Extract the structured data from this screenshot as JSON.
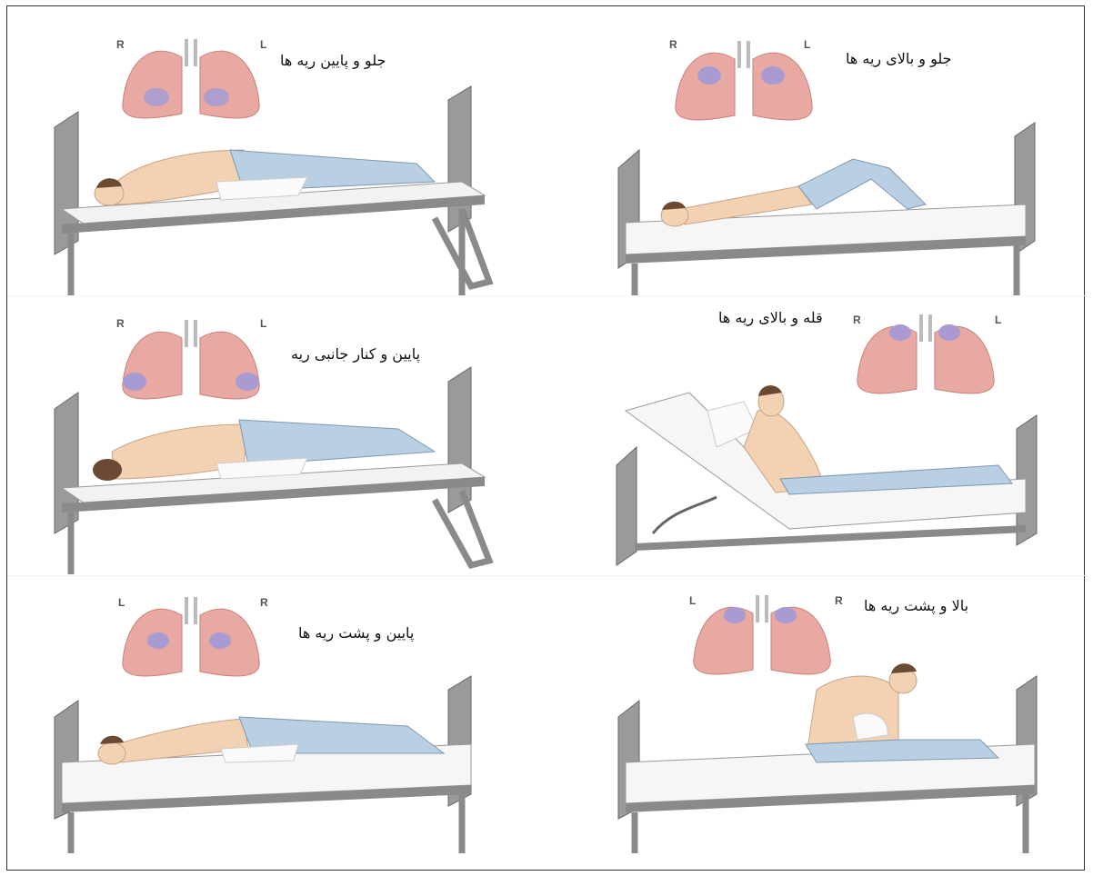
{
  "panels": [
    {
      "id": "p1",
      "caption": "جلو و پایین ریه ها",
      "left_label": "R",
      "right_label": "L"
    },
    {
      "id": "p2",
      "caption": "جلو و بالای ریه ها",
      "left_label": "R",
      "right_label": "L"
    },
    {
      "id": "p3",
      "caption": "پایین و کنار جانبی ریه",
      "left_label": "R",
      "right_label": "L"
    },
    {
      "id": "p4",
      "caption": "قله و بالای ریه ها",
      "left_label": "R",
      "right_label": "L"
    },
    {
      "id": "p5",
      "caption": "پایین و پشت ریه ها",
      "left_label": "L",
      "right_label": "R"
    },
    {
      "id": "p6",
      "caption": "بالا و پشت ریه ها",
      "left_label": "L",
      "right_label": "R"
    }
  ],
  "colors": {
    "lung": "#e8a9a3",
    "lung_edge": "#c77f7a",
    "highlight": "#a99bd1",
    "bed_frame": "#8a8a8a",
    "mattress": "#f2f2f2",
    "skin": "#f3d2b4",
    "jeans": "#b9cfe3",
    "hair": "#6b4a34"
  }
}
